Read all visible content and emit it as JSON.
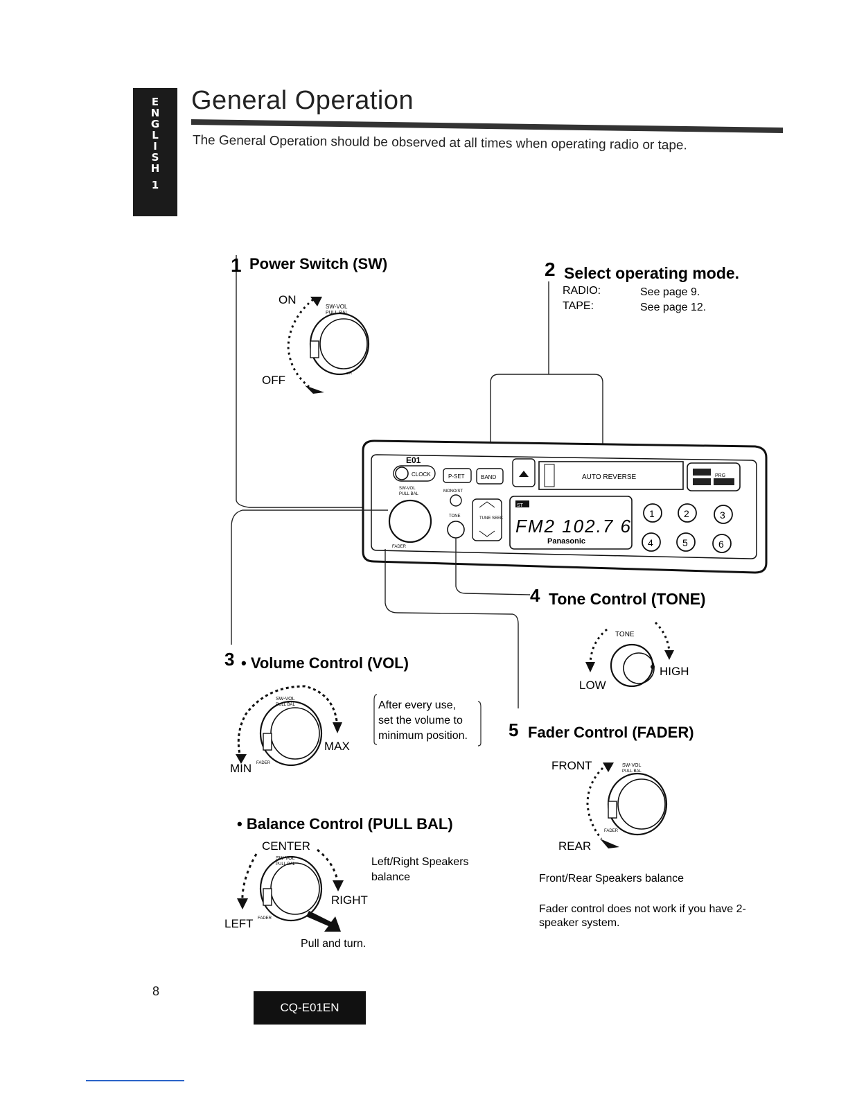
{
  "side_tab": {
    "letters": [
      "E",
      "N",
      "G",
      "L",
      "I",
      "S",
      "H"
    ],
    "section": "1"
  },
  "title": "General Operation",
  "intro": "The General Operation should be observed at all times when operating radio or tape.",
  "step1": {
    "num": "1",
    "title": "Power Switch (SW)",
    "on": "ON",
    "off": "OFF"
  },
  "step2": {
    "num": "2",
    "title": "Select operating mode.",
    "rows": [
      {
        "mode": "RADIO:",
        "ref": "See page 9."
      },
      {
        "mode": "TAPE:",
        "ref": "See page 12."
      }
    ]
  },
  "radio": {
    "model": "E01",
    "clock": "CLOCK",
    "pset": "P-SET",
    "band": "BAND",
    "auto_reverse": "AUTO REVERSE",
    "prg": "PRG",
    "swvol": "SW-VOL",
    "pullbal": "PULL BAL",
    "mono_st": "MONO/ST",
    "tone": "TONE",
    "tune_seek": "TUNE SEEK",
    "fader": "FADER",
    "st_badge": "ST",
    "display": "FM2 102.7 6",
    "brand": "Panasonic",
    "presets": [
      "1",
      "2",
      "3",
      "4",
      "5",
      "6"
    ]
  },
  "step3": {
    "num": "3",
    "title": "• Volume Control (VOL)",
    "min": "MIN",
    "max": "MAX",
    "note": [
      "After every use,",
      "set the volume to",
      "minimum position."
    ]
  },
  "balance": {
    "title": "• Balance Control (PULL BAL)",
    "center": "CENTER",
    "left": "LEFT",
    "right": "RIGHT",
    "desc": [
      "Left/Right Speakers",
      "balance"
    ],
    "pull": "Pull and turn."
  },
  "step4": {
    "num": "4",
    "title": "Tone Control (TONE)",
    "tone": "TONE",
    "low": "LOW",
    "high": "HIGH"
  },
  "step5": {
    "num": "5",
    "title": "Fader Control (FADER)",
    "front": "FRONT",
    "rear": "REAR",
    "desc": "Front/Rear Speakers balance",
    "note": [
      "Fader control does not work if you have 2-",
      "speaker system."
    ]
  },
  "footer": {
    "page": "8",
    "model": "CQ-E01EN"
  }
}
